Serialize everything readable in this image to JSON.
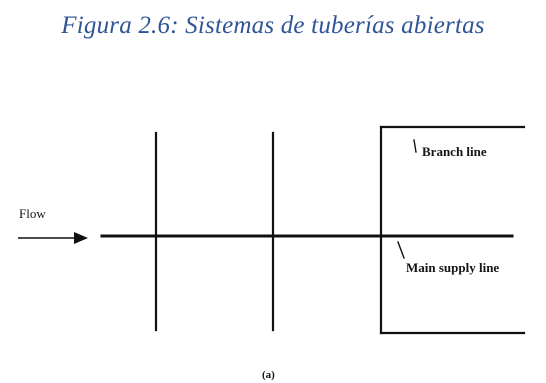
{
  "caption": "Figura 2.6: Sistemas de tuberías abiertas",
  "diagram": {
    "flow_label": "Flow",
    "branch_label": "Branch line",
    "main_label": "Main supply line",
    "sub_label": "(a)"
  }
}
